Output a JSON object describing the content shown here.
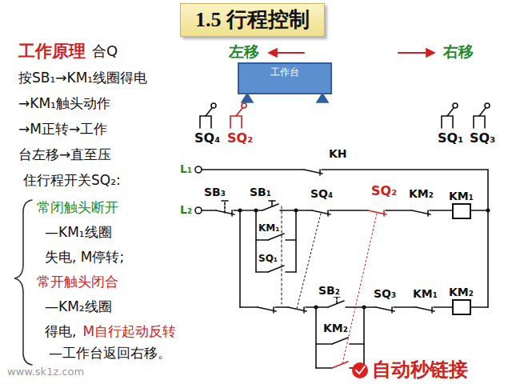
{
  "diagram": {
    "title": "1.5 行程控制",
    "nodes": [
      {
        "text": [
          "工作台"
        ]
      },
      {
        "text": [
          "KM₁"
        ]
      },
      {
        "text": [
          "KM₂"
        ]
      }
    ],
    "labels": [
      "工作原理",
      "合Q",
      "按SB₁→KM₁线圈得电",
      "→KM₁触头动作",
      "→M正转→工作",
      "台左移→直至压",
      "住行程开关SQ₂:",
      "常闭触头断开",
      "—KM₁线圈",
      "失电, M停转;",
      "常开触头闭合",
      "—KM₂线圈",
      "得电,",
      "M自行起动反转",
      "—工作台返回右移。",
      "左移",
      "右移",
      "SQ₄",
      "SQ₂",
      "SQ₁",
      "SQ₃",
      "KH",
      "L₁",
      "L₂",
      "SB₃",
      "SB₁",
      "SQ₄",
      "SQ₂",
      "KM₂",
      "KM₁",
      "SQ₁",
      "SB₂",
      "SQ₃",
      "KM₁",
      "KM₂",
      "www.sk1z.com",
      "自动秒链接"
    ]
  }
}
